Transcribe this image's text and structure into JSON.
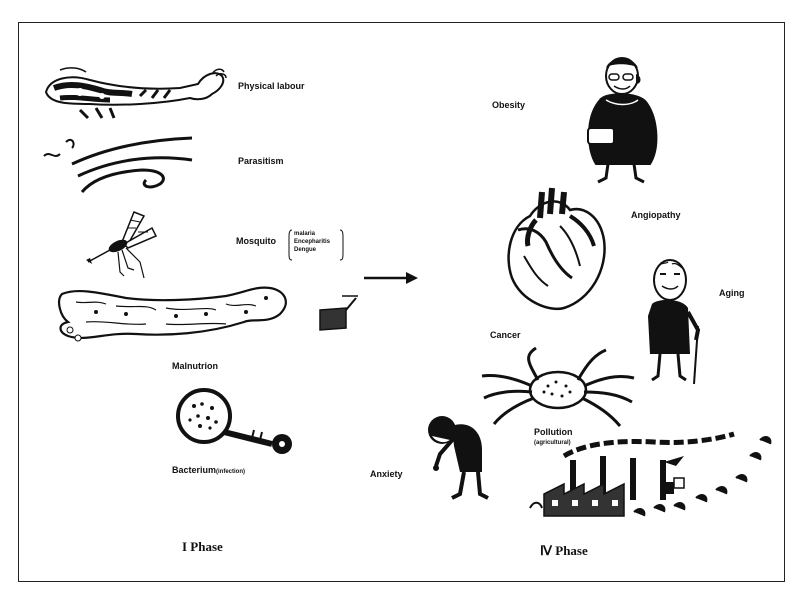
{
  "labels": {
    "physical_labour": "Physical labour",
    "parasitism": "Parasitism",
    "mosquito": "Mosquito",
    "mosquito_diseases": [
      "malaria",
      "Encepharitis",
      "Dengue"
    ],
    "malnutrion": "Malnutrion",
    "bacterium": "Bacterium",
    "bacterium_note": "(infection)",
    "obesity": "Obesity",
    "angiopathy": "Angiopathy",
    "aging": "Aging",
    "cancer": "Cancer",
    "pollution": "Pollution",
    "pollution_note": "(agricultural)",
    "anxiety": "Anxiety"
  },
  "phases": {
    "left": "I Phase",
    "right": "Ⅳ Phase"
  },
  "icons": [
    "arm-icon",
    "worm-icon",
    "mosquito-icon",
    "malnourished-body-icon",
    "bowl-icon",
    "magnifier-icon",
    "obese-woman-icon",
    "heart-icon",
    "elderly-man-icon",
    "crab-icon",
    "anxious-person-icon",
    "factory-icon",
    "arrow-right-icon"
  ],
  "colors": {
    "ink": "#111111",
    "paper": "#ffffff"
  }
}
